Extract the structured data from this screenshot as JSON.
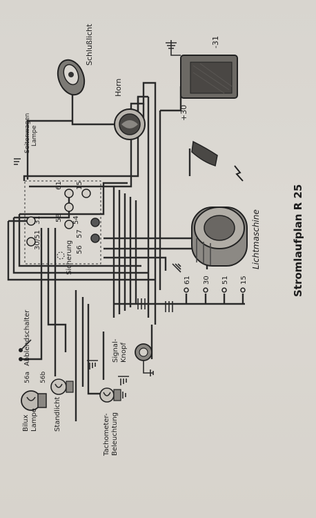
{
  "title": "Stromlaufplan R 25",
  "components": {
    "tail_light": "Schlußlicht",
    "sidecar_lamp_1": "Seitenwagen",
    "sidecar_lamp_2": "Lampe",
    "horn": "Horn",
    "battery_minus": "-31",
    "battery_plus": "+30",
    "generator": "Lichtmaschine",
    "fuse": "Sicherung",
    "dimmer_switch": "Abblendschalter",
    "bilux_1": "Bilux",
    "bilux_2": "Lampe",
    "parking_light": "Standlicht",
    "speedo_1": "Tachometer-",
    "speedo_2": "Beleuchtung",
    "signal_1": "Signal-",
    "signal_2": "Knopf"
  },
  "terminals": {
    "t61": "61",
    "t31": "31",
    "t3051": "30/51",
    "t58": "58",
    "t15": "15",
    "t54": "54",
    "t57": "57",
    "t56": "56",
    "d56a": "56a",
    "d56b": "56b",
    "g61": "61",
    "g30": "30",
    "g51": "51",
    "g15": "15"
  },
  "colors": {
    "paper": "#dcd9d3",
    "ink": "#2a2a2a"
  }
}
